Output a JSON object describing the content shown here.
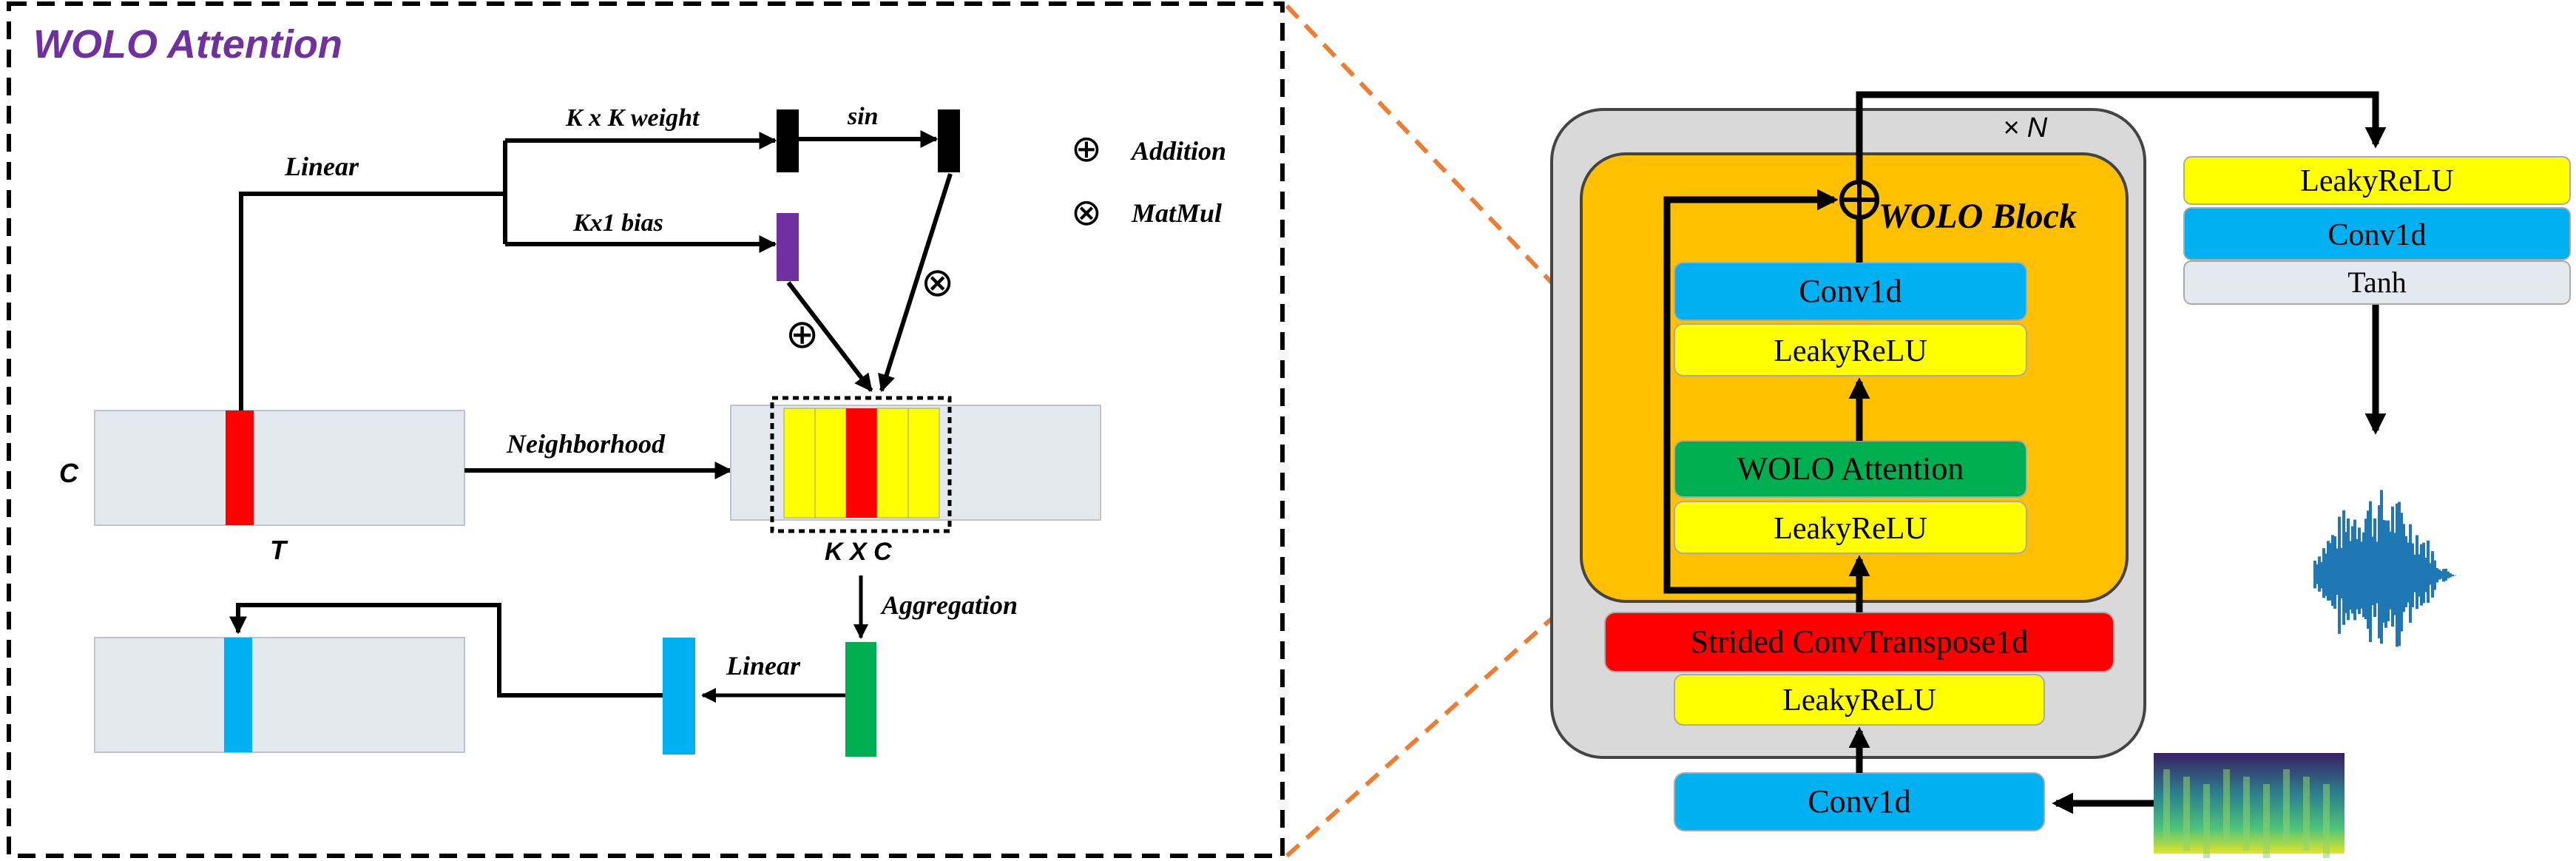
{
  "colors": {
    "gray_box": "#e3e7ee",
    "red": "#ff0000",
    "yellow": "#ffff00",
    "blue": "#00b0f0",
    "green": "#00b050",
    "purple": "#7030a0",
    "orange_block": "#ffc000",
    "outer_gray": "#d9d9d9",
    "dashed_orange": "#ed7d31",
    "title_purple": "#7030a0"
  },
  "left_panel": {
    "title": "WOLO Attention",
    "labels": {
      "linear_top": "Linear",
      "kxk_weight": "K x K weight",
      "sin": "sin",
      "kx1_bias": "Kx1 bias",
      "neighborhood": "Neighborhood",
      "c_axis": "C",
      "t_axis": "T",
      "kxc": "K X C",
      "aggregation": "Aggregation",
      "linear_bottom": "Linear"
    },
    "legend": {
      "addition_symbol": "⊕",
      "addition_label": "Addition",
      "matmul_symbol": "⊗",
      "matmul_label": "MatMul"
    },
    "ops": {
      "plus": "⊕",
      "times": "⊗"
    }
  },
  "right_panel": {
    "repeat_label": "× N",
    "block_label": "WOLO Block",
    "plus_symbol": "⊕",
    "layers": {
      "conv1d_inner": "Conv1d",
      "leaky_1": "LeakyReLU",
      "wolo_attention": "WOLO Attention",
      "leaky_2": "LeakyReLU",
      "strided": "Strided ConvTranspose1d",
      "leaky_3": "LeakyReLU",
      "conv1d_input": "Conv1d"
    },
    "output_head": {
      "leaky": "LeakyReLU",
      "conv1d": "Conv1d",
      "tanh": "Tanh"
    }
  }
}
